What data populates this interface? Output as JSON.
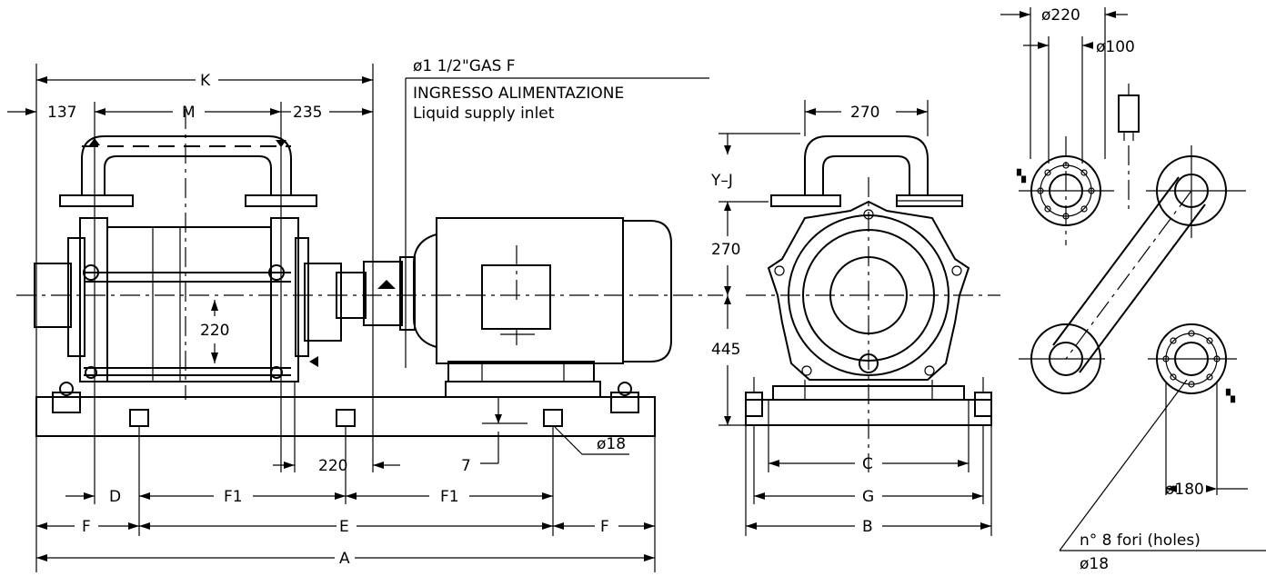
{
  "labels": {
    "dim_K": "K",
    "dim_137": "137",
    "dim_M": "M",
    "dim_235": "235",
    "inlet_size": "ø1 1/2\"GAS F",
    "inlet_it": "INGRESSO ALIMENTAZIONE",
    "inlet_en": "Liquid supply inlet",
    "dim_220_height": "220",
    "dim_220_bottom": "220",
    "dim_7": "7",
    "hole_dia": "ø18",
    "dim_D": "D",
    "dim_F1_left": "F1",
    "dim_F1_right": "F1",
    "dim_F_left": "F",
    "dim_E": "E",
    "dim_F_right": "F",
    "dim_A": "A",
    "side_270_top": "270",
    "side_YJ": "Y–J",
    "side_270": "270",
    "side_445": "445",
    "side_C": "C",
    "side_G": "G",
    "side_B": "B",
    "flange_220": "ø220",
    "flange_100": "ø100",
    "flange_180": "ø180",
    "holes_note": "n° 8 fori (holes)",
    "holes_dia": "ø18"
  }
}
